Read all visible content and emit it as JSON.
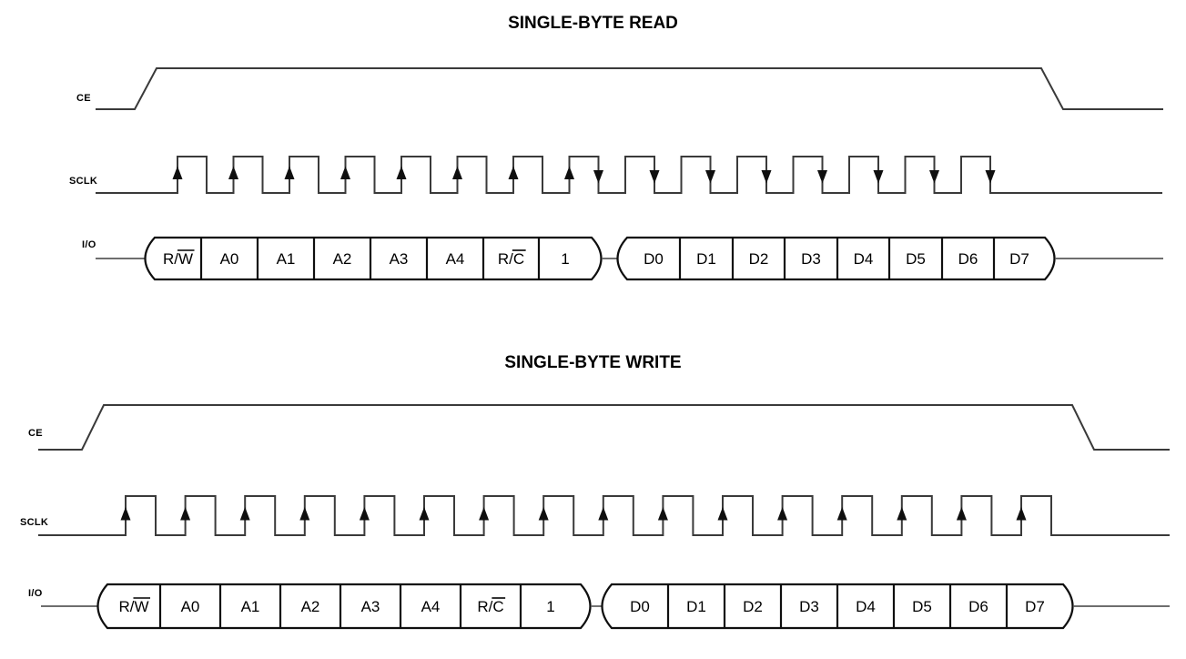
{
  "colors": {
    "waveform": "#3a3a3a",
    "bus_border": "#0f0f0f",
    "text": "#000000",
    "background": "#ffffff"
  },
  "diagrams": [
    {
      "id": "single-byte-read",
      "title": "SINGLE-BYTE READ",
      "signals": {
        "ce": {
          "label": "CE"
        },
        "sclk": {
          "label": "SCLK",
          "clocks": 15,
          "up_arrows_on_rising_edges": [
            1,
            2,
            3,
            4,
            5,
            6,
            7,
            8
          ],
          "down_arrows_on_falling_edges": [
            8,
            9,
            10,
            11,
            12,
            13,
            14,
            15
          ]
        },
        "io": {
          "label": "I/O",
          "address_phase_cells": [
            {
              "text": "R/",
              "overline": "W"
            },
            {
              "text": "A0",
              "overline": ""
            },
            {
              "text": "A1",
              "overline": ""
            },
            {
              "text": "A2",
              "overline": ""
            },
            {
              "text": "A3",
              "overline": ""
            },
            {
              "text": "A4",
              "overline": ""
            },
            {
              "text": "R/",
              "overline": "C"
            },
            {
              "text": "1",
              "overline": ""
            }
          ],
          "data_phase_cells": [
            {
              "text": "D0",
              "overline": ""
            },
            {
              "text": "D1",
              "overline": ""
            },
            {
              "text": "D2",
              "overline": ""
            },
            {
              "text": "D3",
              "overline": ""
            },
            {
              "text": "D4",
              "overline": ""
            },
            {
              "text": "D5",
              "overline": ""
            },
            {
              "text": "D6",
              "overline": ""
            },
            {
              "text": "D7",
              "overline": ""
            }
          ]
        }
      }
    },
    {
      "id": "single-byte-write",
      "title": "SINGLE-BYTE WRITE",
      "signals": {
        "ce": {
          "label": "CE"
        },
        "sclk": {
          "label": "SCLK",
          "clocks": 16,
          "up_arrows_on_rising_edges": [
            1,
            2,
            3,
            4,
            5,
            6,
            7,
            8,
            9,
            10,
            11,
            12,
            13,
            14,
            15,
            16
          ],
          "down_arrows_on_falling_edges": []
        },
        "io": {
          "label": "I/O",
          "address_phase_cells": [
            {
              "text": "R/",
              "overline": "W"
            },
            {
              "text": "A0",
              "overline": ""
            },
            {
              "text": "A1",
              "overline": ""
            },
            {
              "text": "A2",
              "overline": ""
            },
            {
              "text": "A3",
              "overline": ""
            },
            {
              "text": "A4",
              "overline": ""
            },
            {
              "text": "R/",
              "overline": "C"
            },
            {
              "text": "1",
              "overline": ""
            }
          ],
          "data_phase_cells": [
            {
              "text": "D0",
              "overline": ""
            },
            {
              "text": "D1",
              "overline": ""
            },
            {
              "text": "D2",
              "overline": ""
            },
            {
              "text": "D3",
              "overline": ""
            },
            {
              "text": "D4",
              "overline": ""
            },
            {
              "text": "D5",
              "overline": ""
            },
            {
              "text": "D6",
              "overline": ""
            },
            {
              "text": "D7",
              "overline": ""
            }
          ]
        }
      }
    }
  ]
}
